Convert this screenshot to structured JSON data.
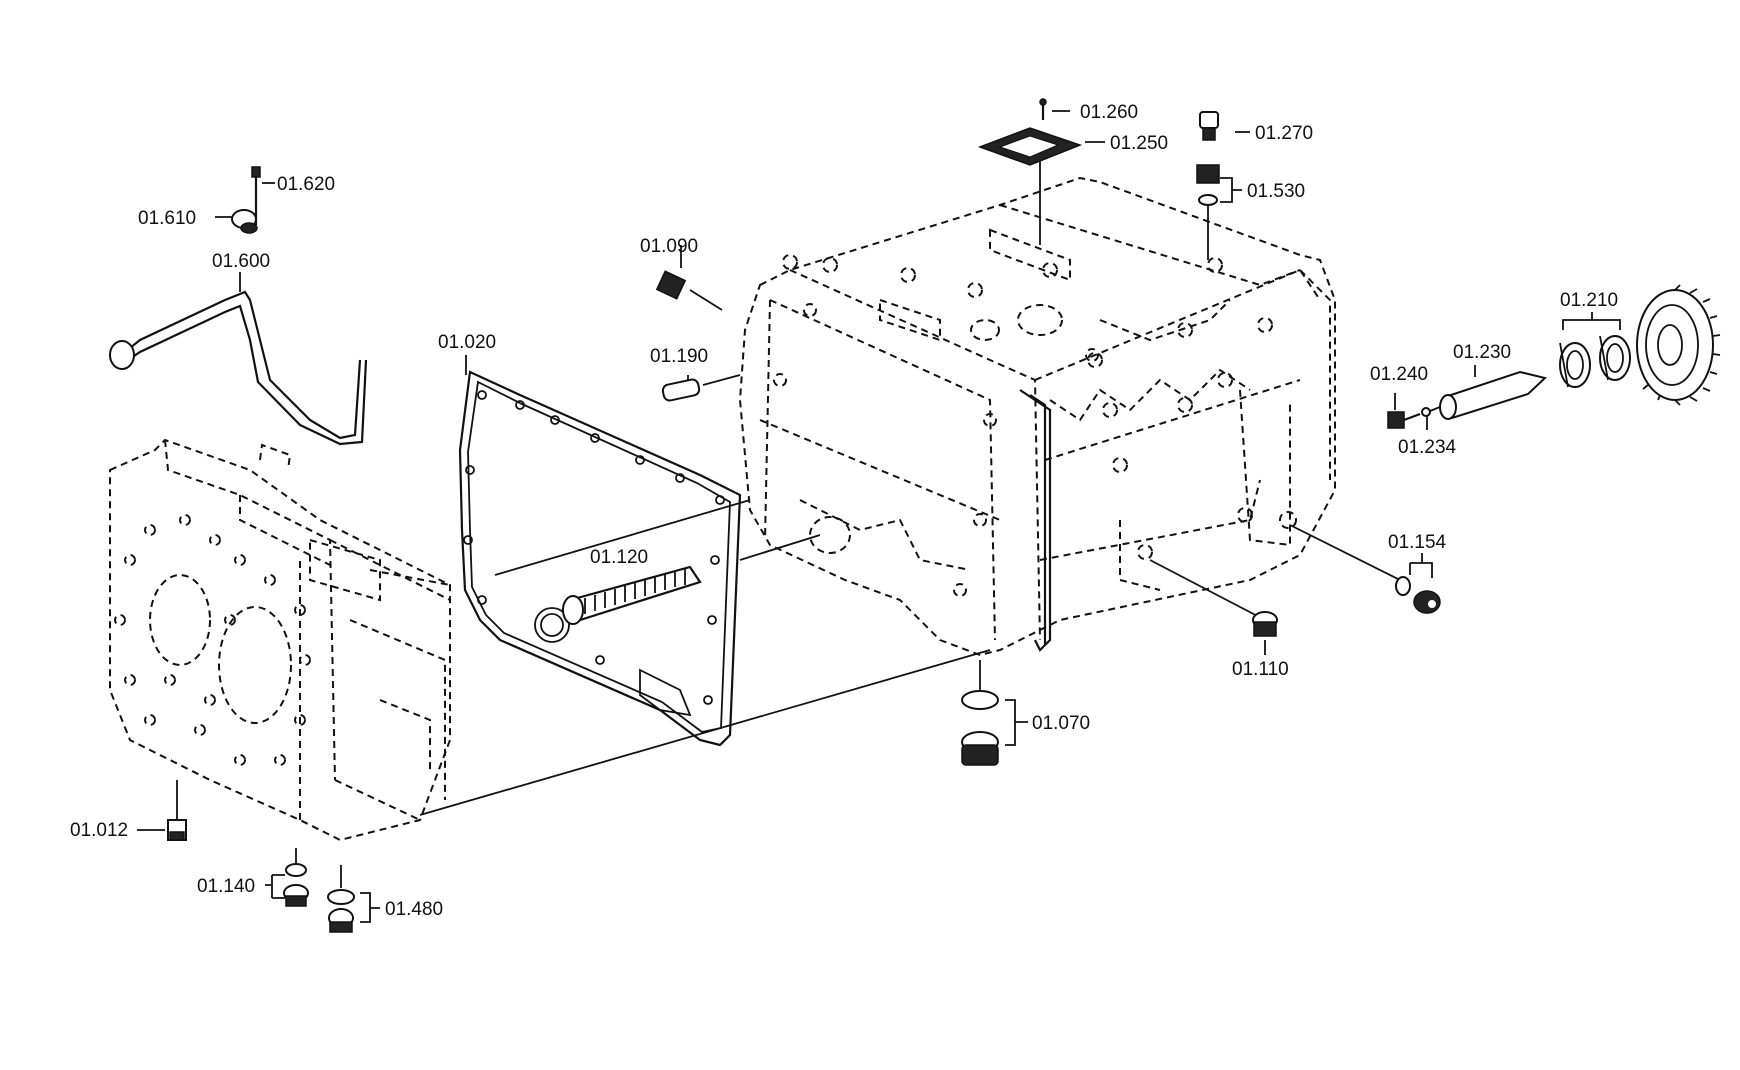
{
  "labels": {
    "p01_012": "01.012",
    "p01_020": "01.020",
    "p01_070": "01.070",
    "p01_090": "01.090",
    "p01_110": "01.110",
    "p01_120": "01.120",
    "p01_140": "01.140",
    "p01_154": "01.154",
    "p01_190": "01.190",
    "p01_210": "01.210",
    "p01_230": "01.230",
    "p01_234": "01.234",
    "p01_240": "01.240",
    "p01_250": "01.250",
    "p01_260": "01.260",
    "p01_270": "01.270",
    "p01_480": "01.480",
    "p01_530": "01.530",
    "p01_600": "01.600",
    "p01_610": "01.610",
    "p01_620": "01.620"
  }
}
